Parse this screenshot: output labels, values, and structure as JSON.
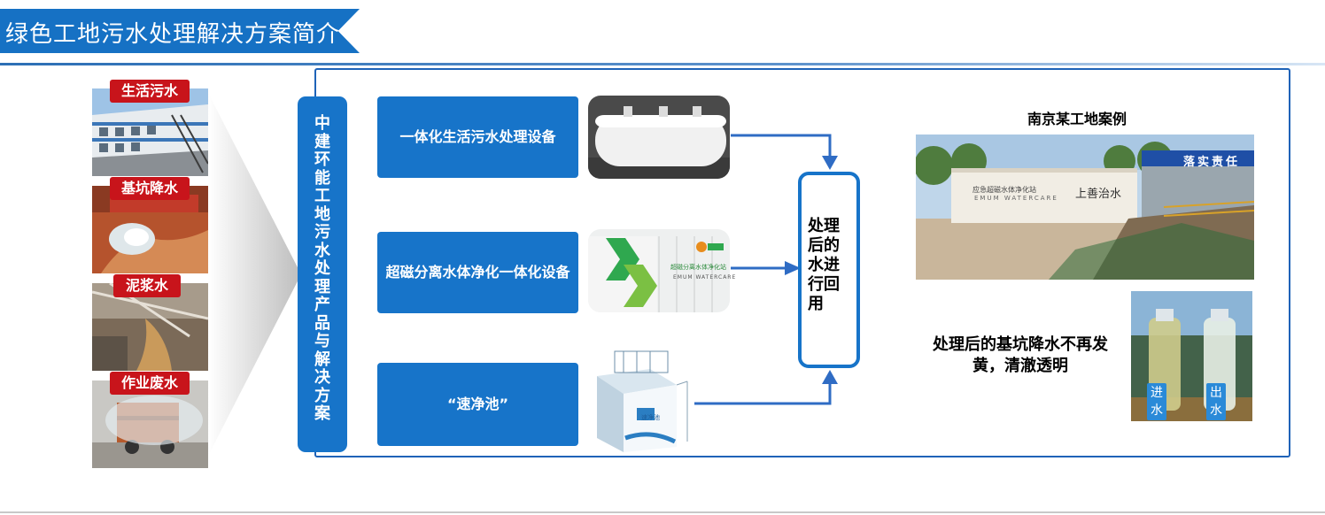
{
  "page": {
    "title": "绿色工地污水处理解决方案简介"
  },
  "sources": [
    {
      "label": "生活污水"
    },
    {
      "label": "基坑降水"
    },
    {
      "label": "泥浆水"
    },
    {
      "label": "作业废水"
    }
  ],
  "vertical_label": "中建环能工地污水处理产品与解决方案",
  "products": [
    {
      "label": "一体化生活污水处理设备"
    },
    {
      "label": "超磁分离水体净化一体化设备"
    },
    {
      "label": "“速净池”"
    }
  ],
  "product_images": {
    "device2_label": "超磁分离水体净化站",
    "device2_sub": "EMUM WATERCARE",
    "device3_label_top": "速净池"
  },
  "result": {
    "label": "处理后的水进行回用"
  },
  "case": {
    "title": "南京某工地案例",
    "sign_top": "落实责任",
    "container_label": "应急超磁水体净化站",
    "container_sub": "EMUM WATERCARE",
    "container_right": "上善治水",
    "description": "处理后的基坑降水不再发黄，清澈透明",
    "inlet": "进水",
    "outlet": "出水"
  },
  "colors": {
    "brand_blue": "#1774c9",
    "tag_red": "#c8141b",
    "frame_blue": "#1f63b8"
  }
}
